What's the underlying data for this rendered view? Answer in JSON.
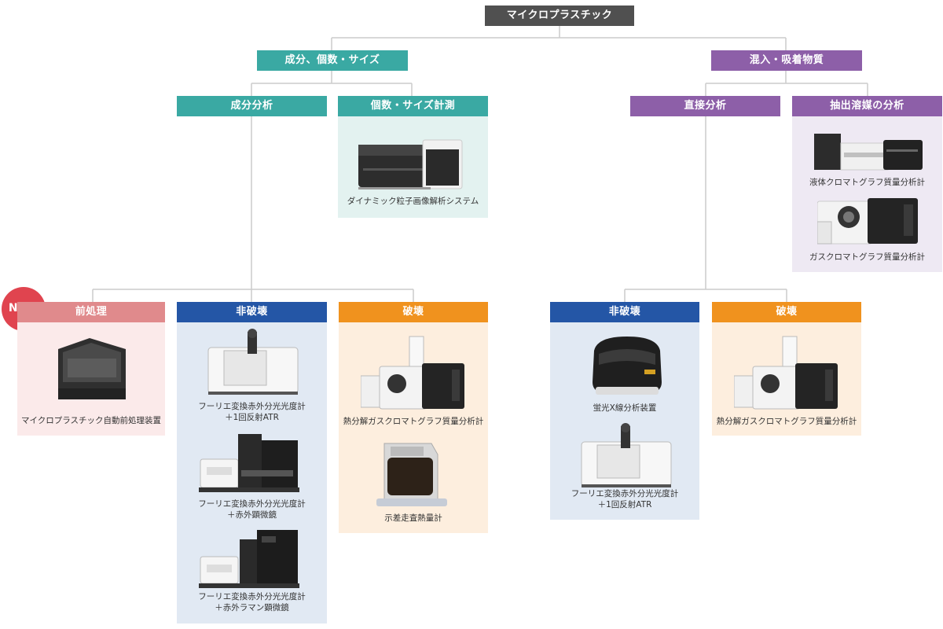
{
  "colors": {
    "root": "#505050",
    "teal": "#3aa9a3",
    "purple": "#8d5fa8",
    "pink": "#e08a8c",
    "blue": "#2456a6",
    "orange": "#f0921e",
    "teal_panel": "#e3f2f0",
    "purple_panel": "#eee9f3",
    "pink_panel": "#fbeaea",
    "blue_panel": "#e1e9f3",
    "orange_panel": "#fdeede",
    "line": "#cccccc"
  },
  "root": {
    "label": "マイクロプラスチック"
  },
  "categories": {
    "composition": "成分、個数・サイズ",
    "contaminants": "混入・吸着物質"
  },
  "methods": {
    "component_analysis": "成分分析",
    "count_size": "個数・サイズ計測",
    "direct_analysis": "直接分析",
    "extraction": "抽出溶媒の分析"
  },
  "leaves": {
    "pretreatment": "前処理",
    "nondestructive_left": "非破壊",
    "destructive_left": "破壊",
    "nondestructive_right": "非破壊",
    "destructive_right": "破壊"
  },
  "badge": {
    "new": "NEW"
  },
  "instruments": {
    "dynamic_imaging": "ダイナミック粒子画像解析システム",
    "lcms": "液体クロマトグラフ質量分析計",
    "gcms": "ガスクロマトグラフ質量分析計",
    "auto_prep": "マイクロプラスチック自動前処理装置",
    "ftir_atr": [
      "フーリエ変換赤外分光光度計",
      "＋1回反射ATR"
    ],
    "ftir_microscope": [
      "フーリエ変換赤外分光光度計",
      "＋赤外顕微鏡"
    ],
    "ftir_raman": [
      "フーリエ変換赤外分光光度計",
      "＋赤外ラマン顕微鏡"
    ],
    "py_gcms_left": "熱分解ガスクロマトグラフ質量分析計",
    "dsc": "示差走査熱量計",
    "xrf": "蛍光X線分析装置",
    "ftir_atr_right": [
      "フーリエ変換赤外分光光度計",
      "＋1回反射ATR"
    ],
    "py_gcms_right": "熱分解ガスクロマトグラフ質量分析計"
  }
}
